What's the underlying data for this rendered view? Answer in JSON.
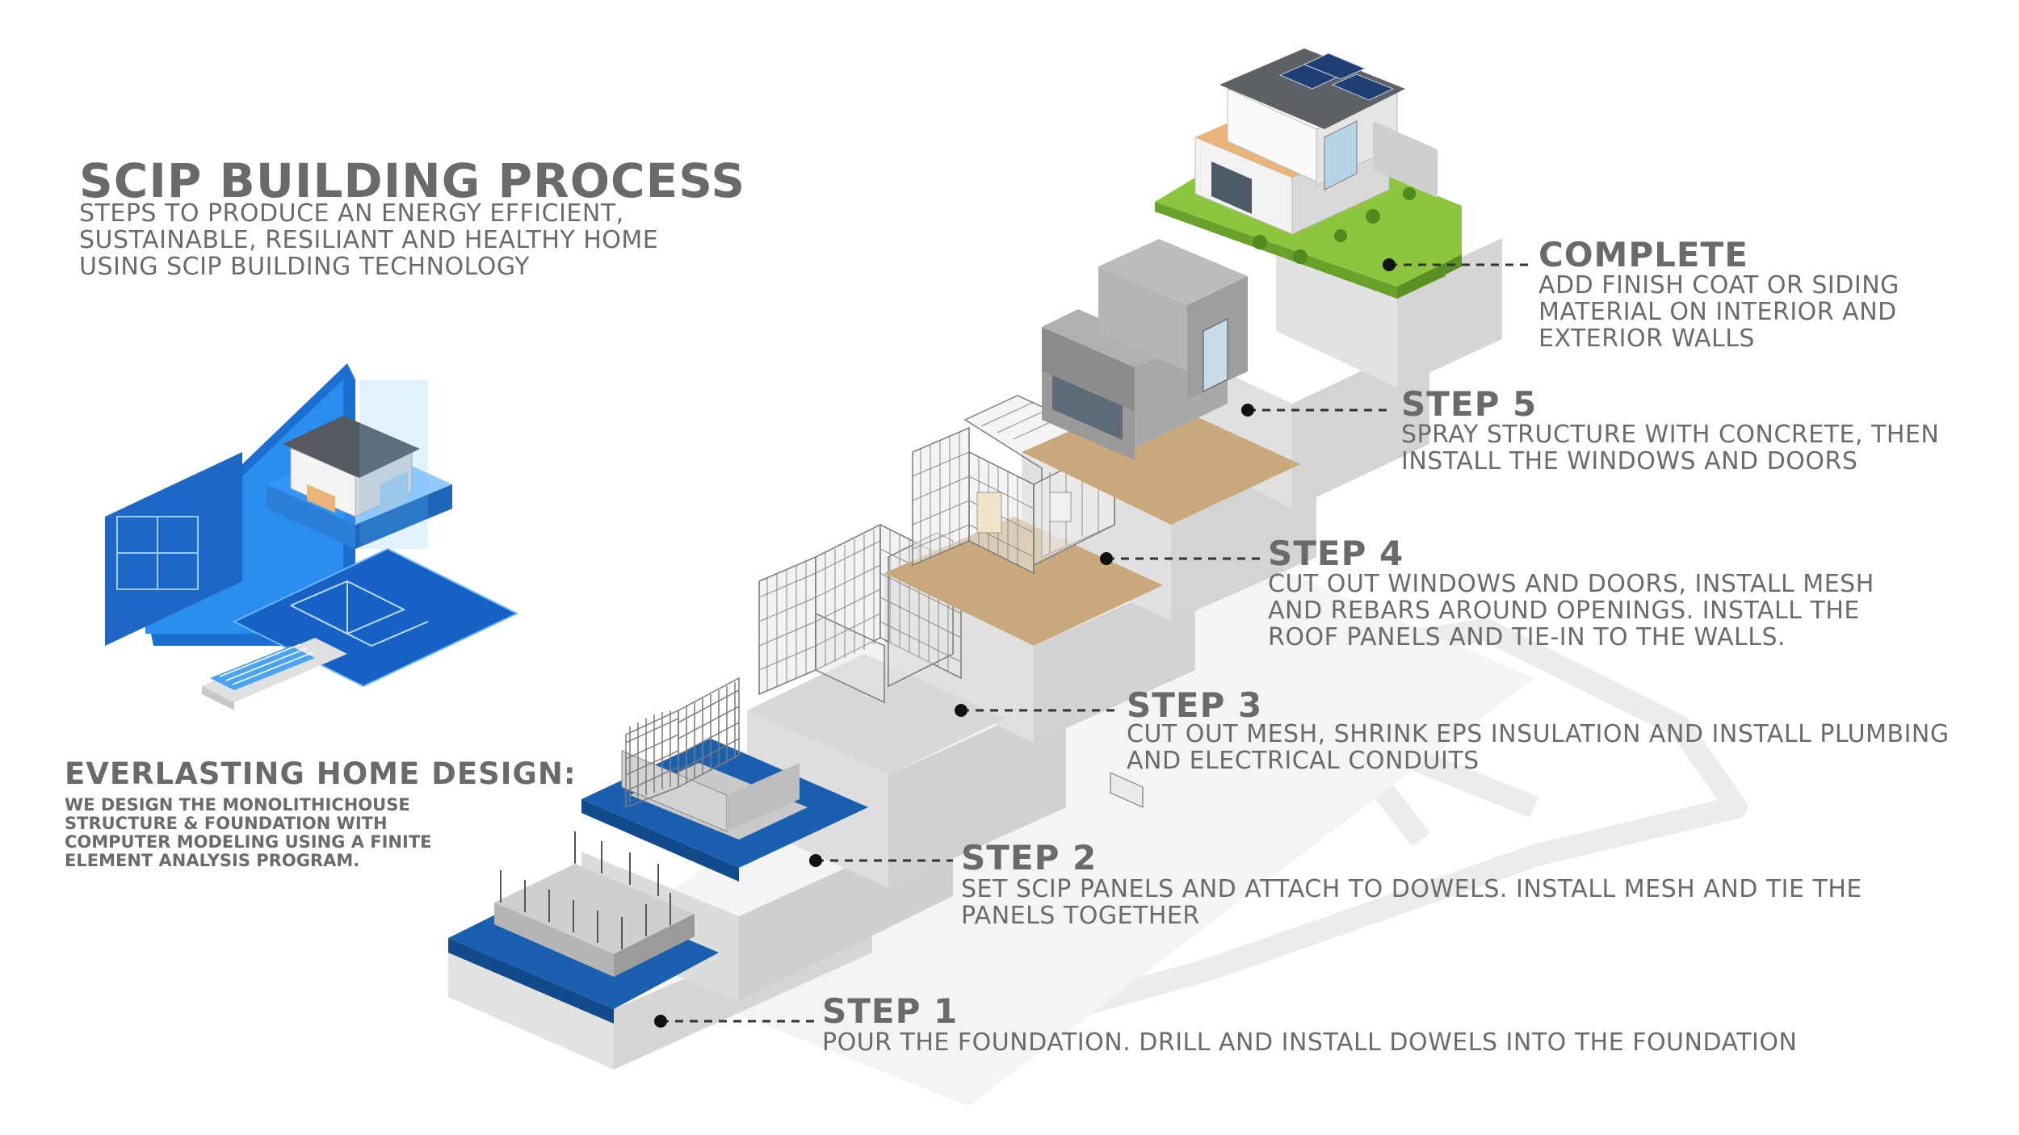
{
  "header": {
    "title": "SCIP BUILDING PROCESS",
    "subtitle": "STEPS TO PRODUCE AN ENERGY EFFICIENT,\nSUSTAINABLE, RESILIANT AND HEALTHY HOME\nUSING SCIP BUILDING TECHNOLOGY"
  },
  "design": {
    "title": "EVERLASTING HOME DESIGN:",
    "text": "WE DESIGN THE MONOLITHICHOUSE\nSTRUCTURE & FOUNDATION WITH\nCOMPUTER MODELING USING A FINITE\nELEMENT ANALYSIS PROGRAM."
  },
  "steps": [
    {
      "title": "STEP 1",
      "text": "POUR THE FOUNDATION. DRILL AND INSTALL DOWELS INTO THE FOUNDATION"
    },
    {
      "title": "STEP 2",
      "text": "SET SCIP PANELS AND ATTACH TO DOWELS. INSTALL MESH AND TIE THE\nPANELS TOGETHER"
    },
    {
      "title": "STEP 3",
      "text": "CUT OUT MESH, SHRINK EPS INSULATION AND INSTALL PLUMBING\nAND ELECTRICAL CONDUITS"
    },
    {
      "title": "STEP 4",
      "text": "CUT OUT WINDOWS AND DOORS, INSTALL MESH\nAND REBARS AROUND OPENINGS. INSTALL THE\nROOF PANELS AND TIE-IN TO THE WALLS."
    },
    {
      "title": "STEP 5",
      "text": "SPRAY STRUCTURE WITH CONCRETE, THEN\nINSTALL THE WINDOWS AND DOORS"
    },
    {
      "title": "COMPLETE",
      "text": "ADD FINISH COAT OR SIDING\nMATERIAL ON INTERIOR AND\nEXTERIOR WALLS"
    }
  ],
  "colors": {
    "text": "#6b6b6b",
    "blueprint": "#1b5fb0",
    "concrete": "#cfcfcf",
    "wood": "#c9a87c",
    "grass": "#8cc63f",
    "screen": "#1e88e5"
  }
}
